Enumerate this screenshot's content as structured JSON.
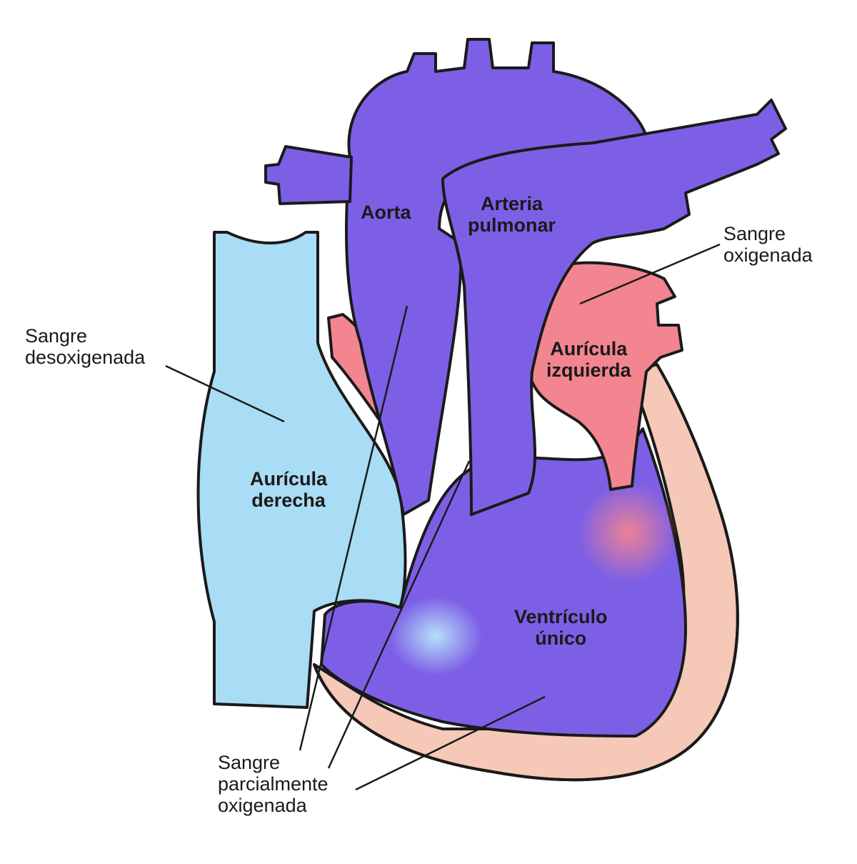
{
  "colors": {
    "deoxygenated": "#a9dcf5",
    "oxygenated": "#f2858f",
    "mixed": "#7d5fe6",
    "wall": "#f6c8b8",
    "outline": "#1a1a1a"
  },
  "labels": {
    "aorta": "Aorta",
    "pulmonary_artery": "Arteria\npulmonar",
    "left_atrium": "Aurícula\nizquierda",
    "right_atrium": "Aurícula\nderecha",
    "single_ventricle": "Ventrículo\núnico",
    "oxygenated_blood": "Sangre\noxigenada",
    "deoxygenated_blood": "Sangre\ndesoxigenada",
    "partially_oxygenated_blood": "Sangre\nparcialmente\noxigenada"
  }
}
